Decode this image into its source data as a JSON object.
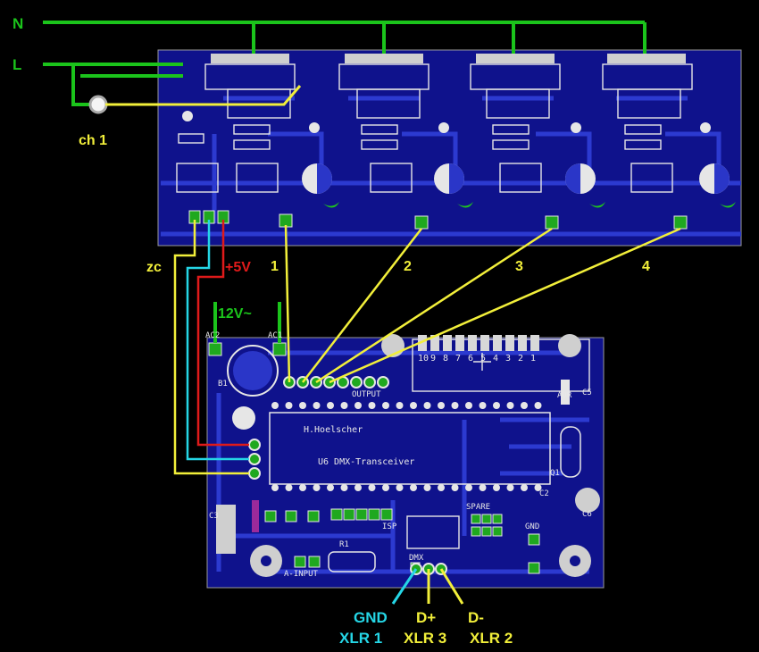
{
  "mains": {
    "neutral_label": "N",
    "live_label": "L"
  },
  "channel_label": "ch 1",
  "dimmer_board": {
    "channels": [
      {
        "label": "1"
      },
      {
        "label": "2"
      },
      {
        "label": "3"
      },
      {
        "label": "4"
      }
    ]
  },
  "signals": {
    "zc_label": "zc",
    "v5_label": "+5V",
    "ac_label": "12V~"
  },
  "dmx_board": {
    "output_label": "OUTPUT",
    "adr_label": "ADR",
    "spare_label": "SPARE",
    "gnd_label": "GND",
    "dmx_label": "DMX",
    "isp_label": "ISP",
    "a_input_label": "A-INPUT",
    "r1_label": "R1",
    "ac1_label": "AC1",
    "ac2_label": "AC2",
    "b1_label": "B1",
    "c3_label": "C3",
    "c5_label": "C5",
    "c6_label": "C6",
    "q1_label": "Q1",
    "c2_label": "C2",
    "dip_numbers": [
      "10",
      "9",
      "8",
      "7",
      "6",
      "5",
      "4",
      "3",
      "2",
      "1"
    ],
    "chip_text_1": "H.Hoelscher",
    "chip_text_2": "U6 DMX-Transceiver"
  },
  "connections": [
    {
      "name": "GND",
      "xlr": "XLR 1",
      "color": "#25d6e6"
    },
    {
      "name": "D+",
      "xlr": "XLR 3",
      "color": "#f2ef3a"
    },
    {
      "name": "D-",
      "xlr": "XLR 2",
      "color": "#f2ef3a"
    }
  ],
  "colors": {
    "board": "#10128f",
    "copper": "#2a36c8",
    "mains": "#1bc41b",
    "signal": "#f2ef3a",
    "cyan": "#25d6e6",
    "red": "#e01a1a",
    "pad": "#1fa81f"
  }
}
